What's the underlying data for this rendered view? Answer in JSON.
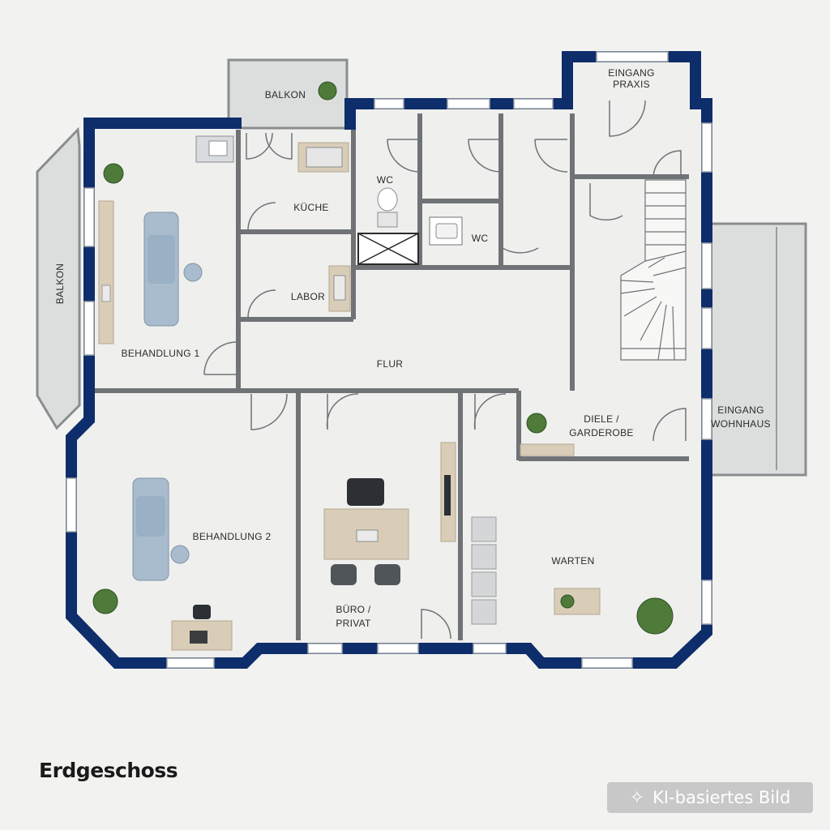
{
  "floor_title": "Erdgeschoss",
  "badge": {
    "icon": "sparkle-icon",
    "text": "KI-basiertes Bild"
  },
  "colors": {
    "wall": "#0e2d6b",
    "interior_wall": "#6f7376",
    "floor": "#efefed",
    "balcony": "#dcdedd",
    "furniture_wood": "#d9cdb8",
    "bed_blue": "#a9bccd"
  },
  "rooms": {
    "balkon_top": "BALKON",
    "balkon_left": "BALKON",
    "eingang_praxis_1": "EINGANG",
    "eingang_praxis_2": "PRAXIS",
    "kueche": "KÜCHE",
    "wc_1": "WC",
    "wc_2": "WC",
    "labor": "LABOR",
    "behandlung_1": "BEHANDLUNG 1",
    "flur": "FLUR",
    "diele_1": "DIELE /",
    "diele_2": "GARDEROBE",
    "eingang_wohnhaus_1": "EINGANG",
    "eingang_wohnhaus_2": "WOHNHAUS",
    "behandlung_2": "BEHANDLUNG 2",
    "buero_1": "BÜRO /",
    "buero_2": "PRIVAT",
    "warten": "WARTEN"
  }
}
